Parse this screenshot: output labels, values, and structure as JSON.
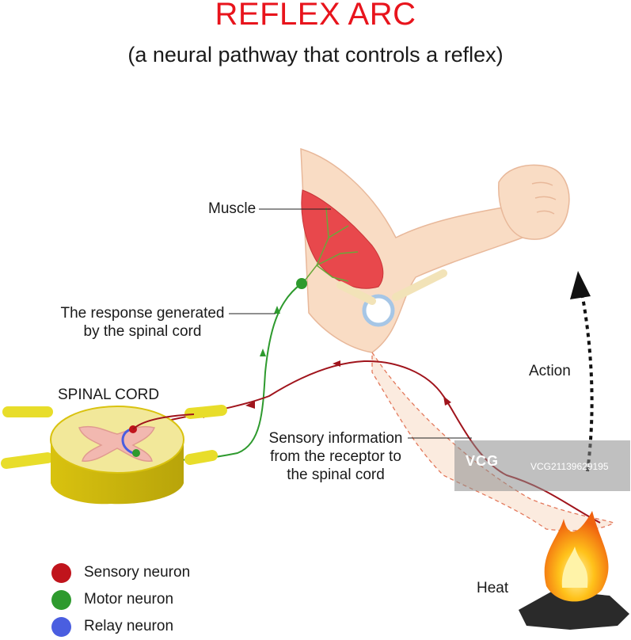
{
  "title": "REFLEX ARC",
  "subtitle": "(a neural pathway that controls a reflex)",
  "labels": {
    "muscle": "Muscle",
    "response_line1": "The response generated",
    "response_line2": "by the spinal cord",
    "spinal_cord": "SPINAL CORD",
    "sensory_line1": "Sensory information",
    "sensory_line2": "from the receptor to",
    "sensory_line3": "the spinal cord",
    "action": "Action",
    "heat": "Heat"
  },
  "legend": [
    {
      "label": "Sensory neuron",
      "color": "#c0141c"
    },
    {
      "label": "Motor neuron",
      "color": "#2e9a2e"
    },
    {
      "label": "Relay neuron",
      "color": "#4a5ee0"
    }
  ],
  "watermark": {
    "logo": "VCG",
    "code": "VCG21139629195"
  },
  "colors": {
    "title": "#e8141c",
    "skin": "#f9dcc4",
    "muscle": "#e8484c",
    "cord": "#e8dd2a"
  }
}
